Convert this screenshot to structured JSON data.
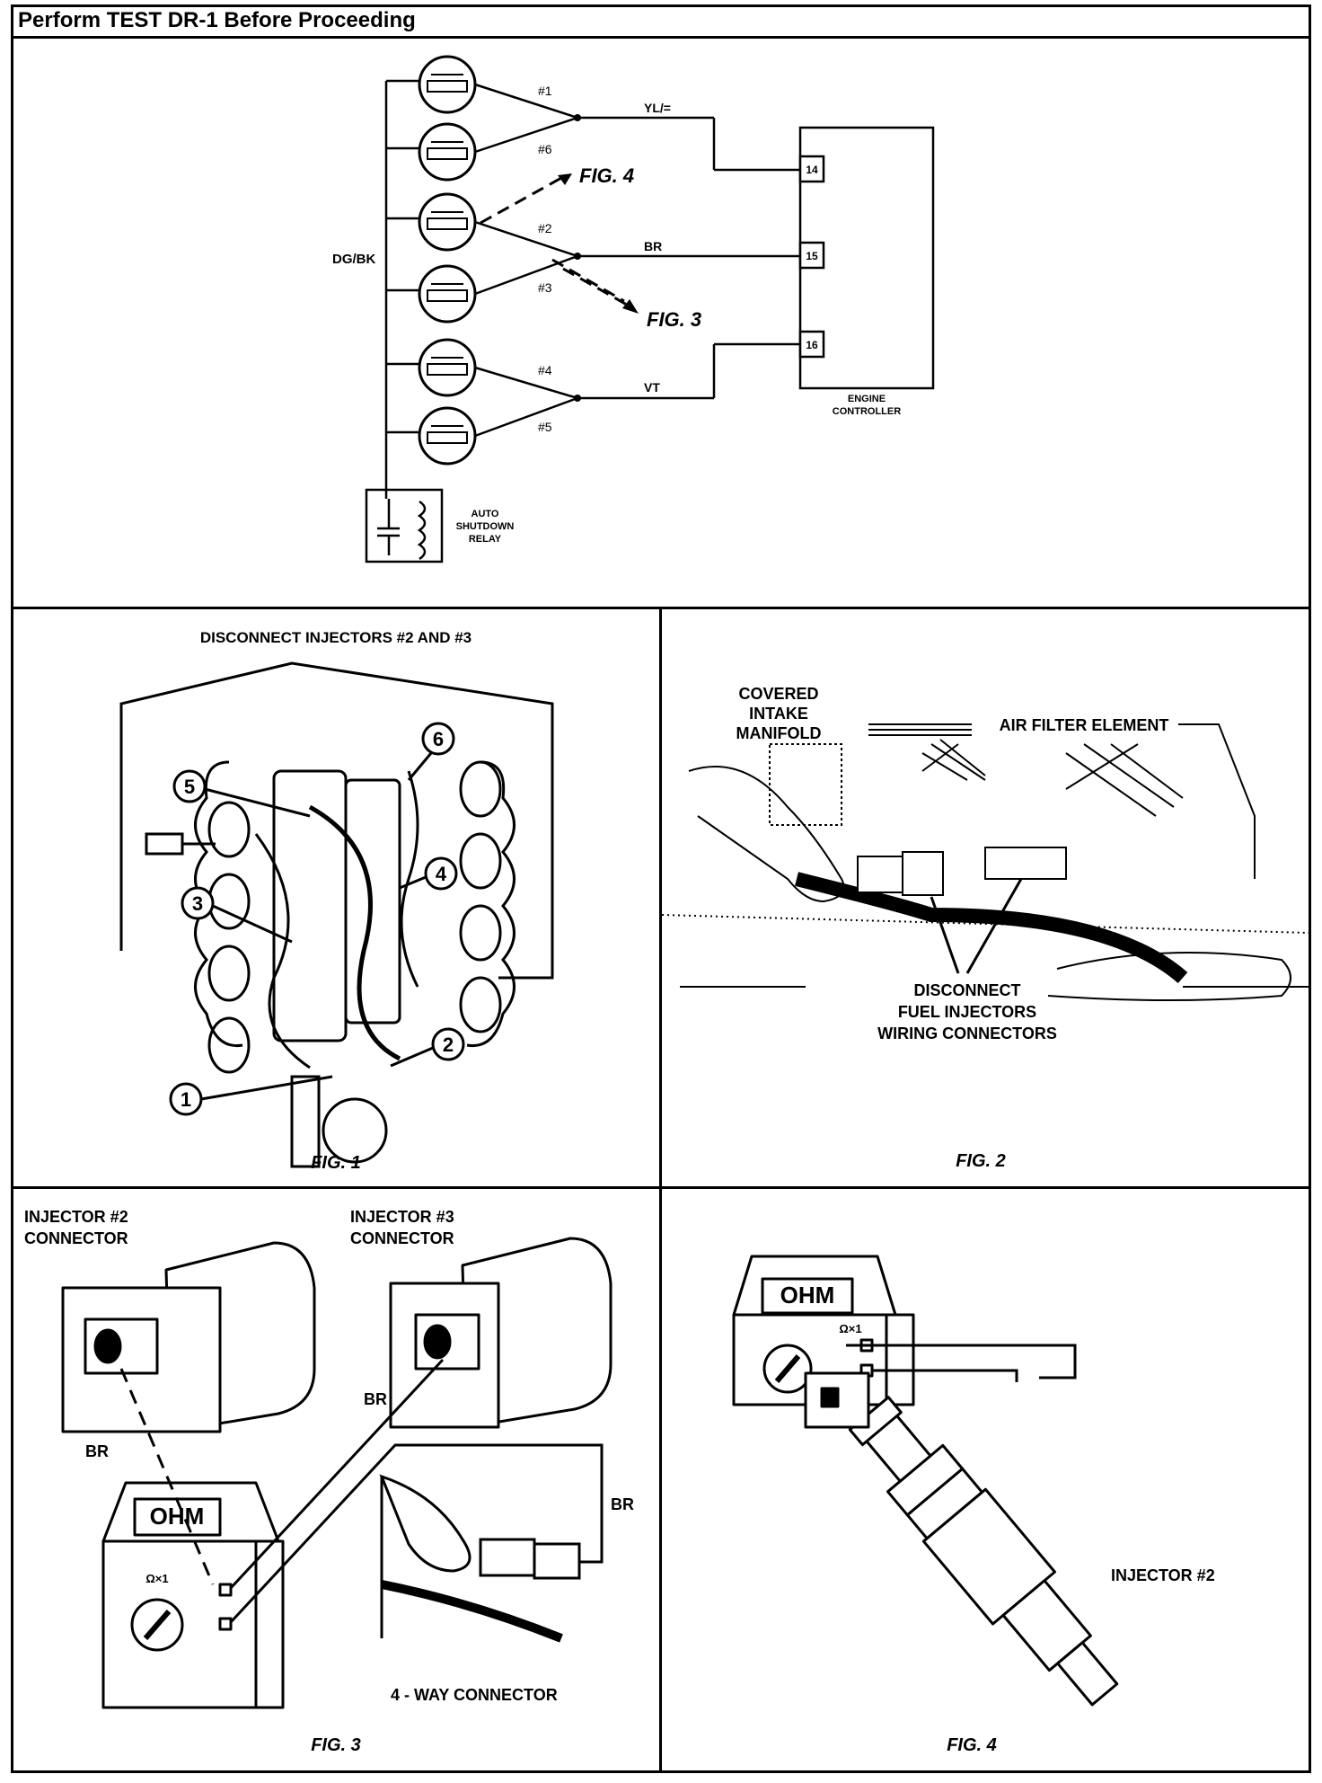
{
  "header": {
    "title": "Perform TEST DR-1 Before Proceeding"
  },
  "schematic": {
    "ground_wire": "DG/BK",
    "injectors": [
      "#1",
      "#6",
      "#2",
      "#3",
      "#4",
      "#5"
    ],
    "wires": [
      "YL/=",
      "BR",
      "VT"
    ],
    "pins": [
      "14",
      "15",
      "16"
    ],
    "controller_line1": "ENGINE",
    "controller_line2": "CONTROLLER",
    "relay_line1": "AUTO",
    "relay_line2": "SHUTDOWN",
    "relay_line3": "RELAY",
    "ref_fig4": "FIG. 4",
    "ref_fig3": "FIG. 3"
  },
  "fig1": {
    "heading": "DISCONNECT INJECTORS #2 AND #3",
    "callouts": [
      "1",
      "2",
      "3",
      "4",
      "5",
      "6"
    ],
    "caption": "FIG. 1"
  },
  "fig2": {
    "label_manifold": [
      "COVERED",
      "INTAKE",
      "MANIFOLD"
    ],
    "label_filter": "AIR FILTER ELEMENT",
    "label_disconnect": [
      "DISCONNECT",
      "FUEL INJECTORS",
      "WIRING CONNECTORS"
    ],
    "caption": "FIG. 2"
  },
  "fig3": {
    "inj2_label": [
      "INJECTOR #2",
      "CONNECTOR"
    ],
    "inj3_label": [
      "INJECTOR #3",
      "CONNECTOR"
    ],
    "wire_left": "BR",
    "wire_mid": "BR",
    "wire_right": "BR",
    "meter_display": "OHM",
    "meter_range": "Ω×1",
    "connector_label": "4 - WAY CONNECTOR",
    "caption": "FIG. 3"
  },
  "fig4": {
    "meter_display": "OHM",
    "meter_range": "Ω×1",
    "injector_label": "INJECTOR #2",
    "caption": "FIG. 4"
  }
}
